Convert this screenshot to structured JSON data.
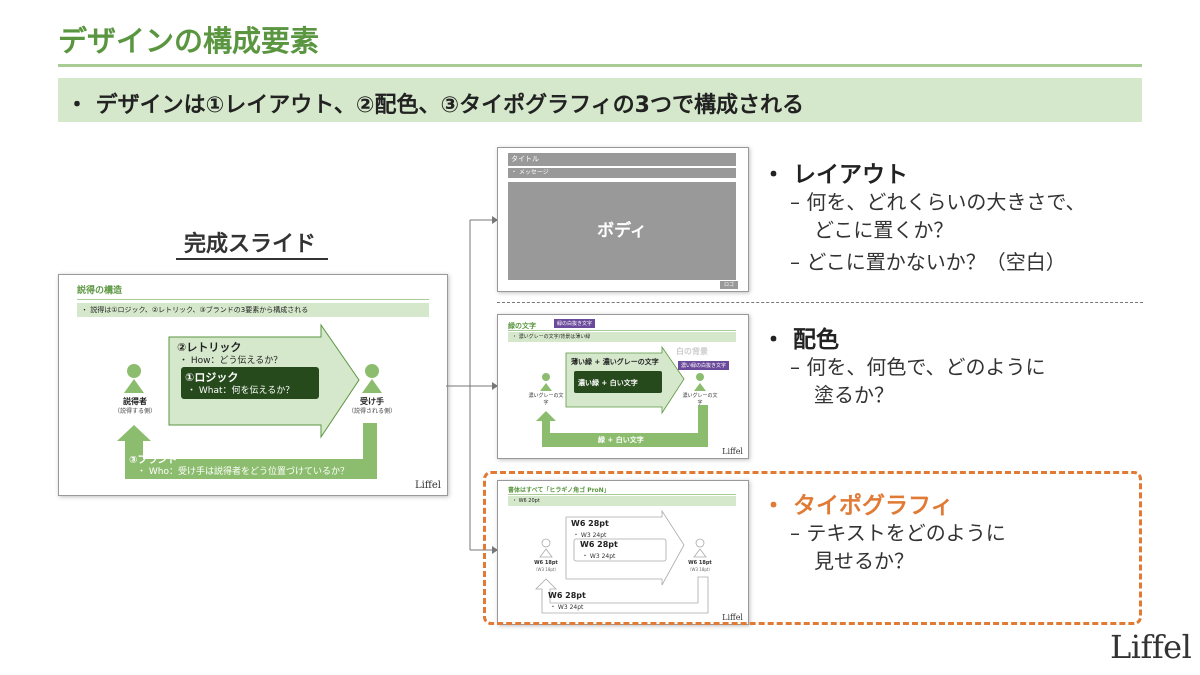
{
  "title": "デザインの構成要素",
  "message": "・ デザインは①レイアウト、②配色、③タイポグラフィの3つで構成される",
  "kansei_label": "完成スライド",
  "main_slide": {
    "title": "説得の構造",
    "message": "・ 説得は①ロジック、②レトリック、③ブランドの3要素から構成される",
    "rhetoric": "②レトリック",
    "rhetoric_sub": "・ How：どう伝えるか？",
    "logic": "①ロジック",
    "logic_sub": "・ What：何を伝えるか？",
    "brand": "③ブランド",
    "brand_sub": "・ Who：受け手は説得者をどう位置づけているか？",
    "persuader": "説得者",
    "persuader_sub": "（説得する側）",
    "receiver": "受け手",
    "receiver_sub": "（説得される側）",
    "logo": "Liffel"
  },
  "layout_thumb": {
    "title": "タイトル",
    "message": "・ メッセージ",
    "body": "ボディ",
    "logo_box": "ロゴ"
  },
  "color_thumb": {
    "title": "緑の文字",
    "tag1": "緑の白抜き文字",
    "message": "・ 濃いグレーの文字/背景は薄い緑",
    "bg_label": "白の背景",
    "tag2": "濃い緑の白抜き文字",
    "arrow1": "薄い緑 + 濃いグレーの文字",
    "arrow2": "濃い緑 + 白い文字",
    "bottom": "緑 + 白い文字",
    "left_label": "濃いグレーの文字",
    "right_label": "濃いグレーの文字",
    "logo": "Liffel"
  },
  "typo_thumb": {
    "title": "書体はすべて「ヒラギノ角ゴ ProN」",
    "message": "・ W6 20pt",
    "box1_main": "W6 28pt",
    "box1_sub": "・ W3 24pt",
    "box2_main": "W6 28pt",
    "box2_sub": "・ W3 24pt",
    "box3_main": "W6 28pt",
    "box3_sub": "・ W3 24pt",
    "left_main": "W6 18pt",
    "left_sub": "（W3 18pt）",
    "right_main": "W6 18pt",
    "right_sub": "（W3 18pt）",
    "logo": "Liffel"
  },
  "bullets": {
    "layout_h": "・ レイアウト",
    "layout_1a": "– 何を、どれくらいの大きさで、",
    "layout_1b": "どこに置くか？",
    "layout_2": "– どこに置かないか？（空白）",
    "color_h": "・ 配色",
    "color_1a": "– 何を、何色で、どのように",
    "color_1b": "塗るか？",
    "typo_h": "・ タイポグラフィ",
    "typo_1a": "– テキストをどのように",
    "typo_1b": "見せるか？"
  },
  "brand_logo": "Liffel",
  "colors": {
    "green_title": "#5a9640",
    "green_light": "#d6e8cc",
    "green_dark": "#264a1c",
    "green_mid": "#8cbd6e",
    "orange": "#e07a35",
    "purple": "#6b4a9b"
  }
}
